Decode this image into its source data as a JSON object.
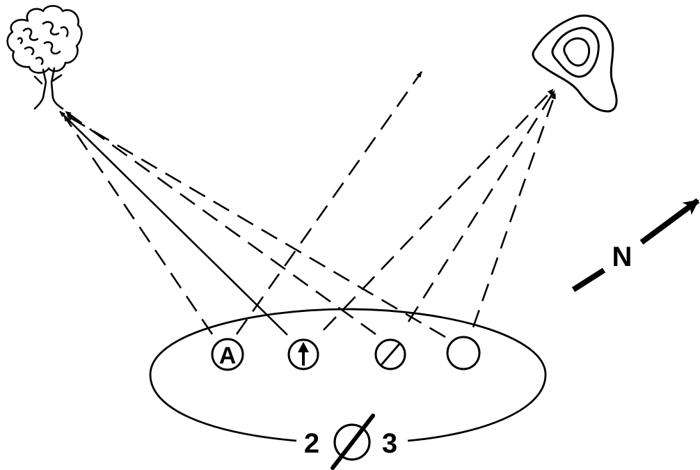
{
  "diagram": {
    "point_labels": {
      "a": "A",
      "two": "2",
      "three": "3",
      "north": "N"
    },
    "icons": {
      "tree": "tree-icon",
      "hill": "hill-contour-icon",
      "north": "north-arrow-icon",
      "arrow_point": "arrow-point-icon",
      "slashed_circle": "slashed-circle-icon"
    },
    "line_color": "#000000",
    "background": "#ffffff"
  }
}
